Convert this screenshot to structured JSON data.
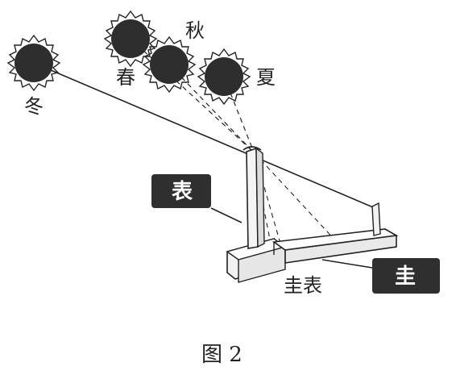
{
  "labels": {
    "winter": "冬",
    "spring": "春",
    "autumn": "秋",
    "summer": "夏",
    "gnomon": "表",
    "scale": "圭",
    "instrument": "圭表"
  },
  "caption": "图 2",
  "colors": {
    "ink": "#222222",
    "sun_fill": "#2e2e2e",
    "tag_bg": "#2f2f2f",
    "paper": "#ffffff"
  },
  "icons": {
    "sun": "sun-icon"
  }
}
